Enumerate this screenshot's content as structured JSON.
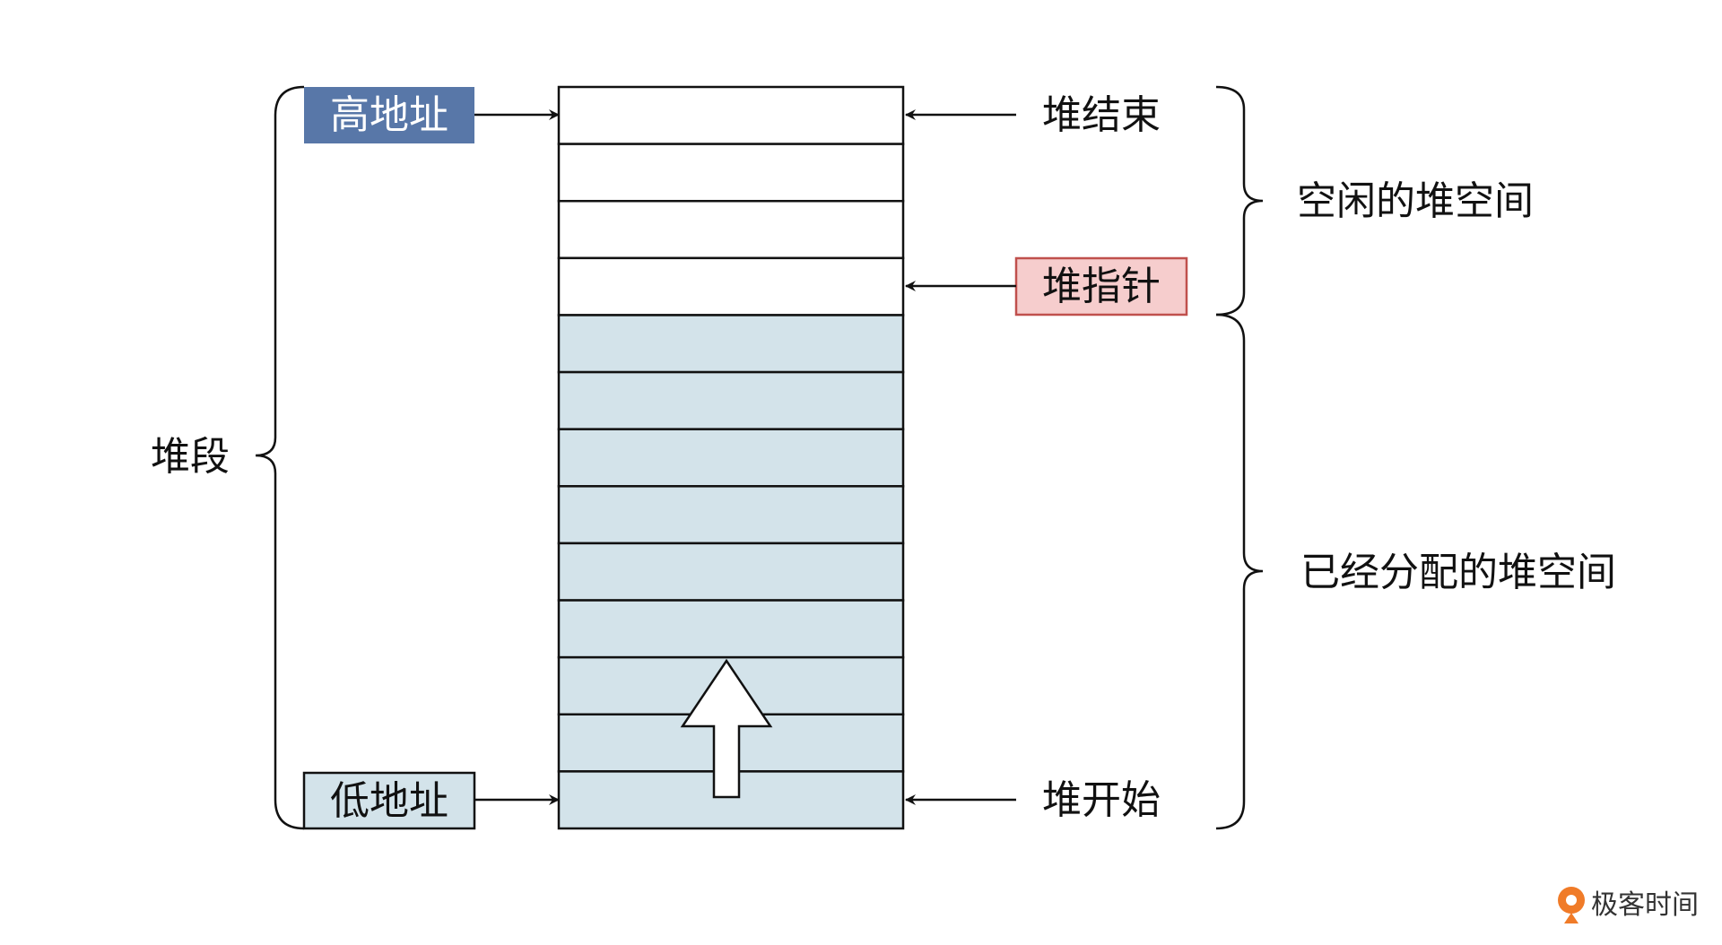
{
  "diagram": {
    "high_address": "高地址",
    "low_address": "低地址",
    "heap_segment": "堆段",
    "heap_end": "堆结束",
    "heap_pointer": "堆指针",
    "heap_start": "堆开始",
    "free_heap_space": "空闲的堆空间",
    "allocated_heap_space": "已经分配的堆空间",
    "free_block_count": 4,
    "allocated_block_count": 9
  },
  "colors": {
    "high_address_bg": "#5877a8",
    "low_address_bg": "#d3e3ea",
    "heap_pointer_bg": "#f6cdcd",
    "heap_pointer_border": "#c0504d",
    "allocated_fill": "#d3e3ea",
    "free_fill": "#ffffff",
    "line": "#111111"
  },
  "watermark": {
    "text": "极客时间",
    "icon": "geektime-logo-icon",
    "accent": "#f07b28"
  }
}
